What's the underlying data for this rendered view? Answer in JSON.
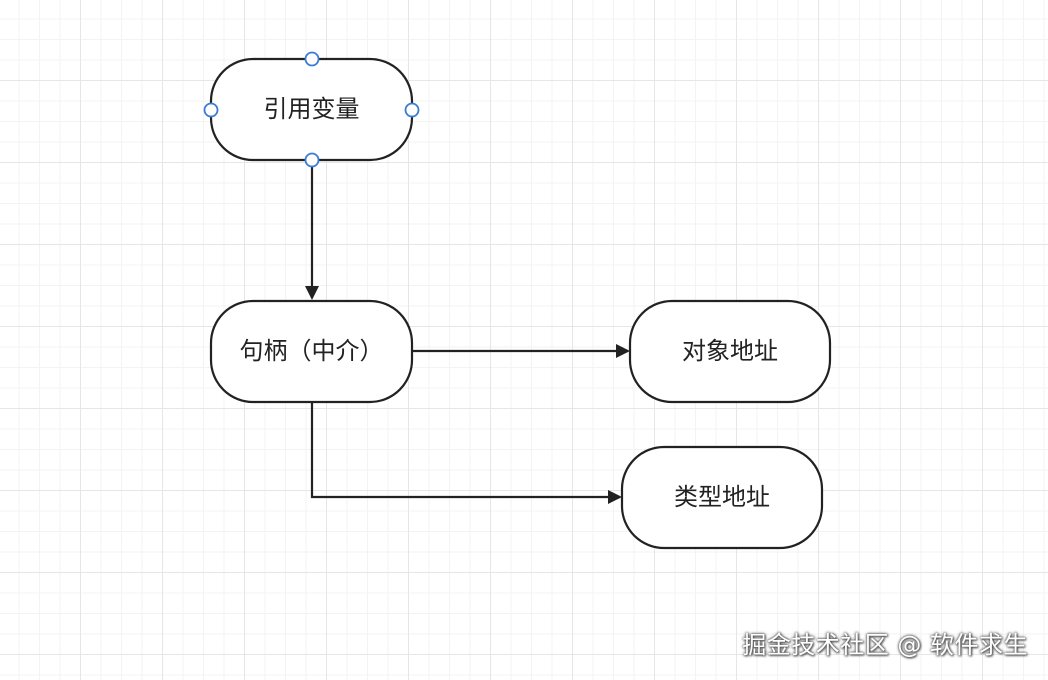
{
  "diagram": {
    "nodes": {
      "reference_variable": "引用变量",
      "handle": "句柄（中介）",
      "object_address": "对象地址",
      "type_address": "类型地址"
    },
    "edges": [
      {
        "from": "reference_variable",
        "to": "handle"
      },
      {
        "from": "handle",
        "to": "object_address"
      },
      {
        "from": "handle",
        "to": "type_address"
      }
    ],
    "selected_node": "reference_variable",
    "colors": {
      "stroke": "#222222",
      "handle_dot": "#3a7bd5",
      "grid": "#e6e6e6"
    }
  },
  "watermark": "掘金技术社区 @ 软件求生"
}
